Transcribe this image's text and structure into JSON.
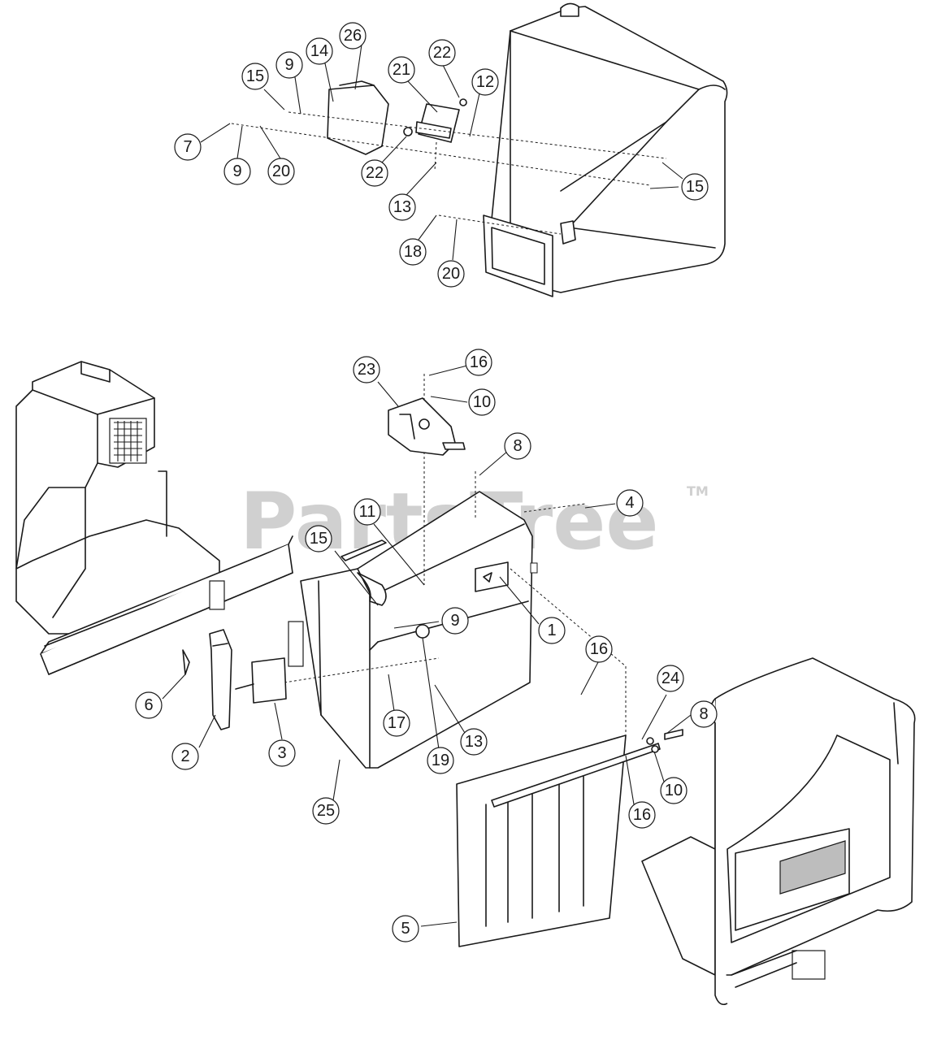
{
  "watermark": {
    "text": "PartsTree",
    "tm": "TM"
  },
  "callouts": [
    "1",
    "2",
    "3",
    "4",
    "5",
    "6",
    "7",
    "8",
    "8",
    "9",
    "9",
    "9",
    "10",
    "10",
    "11",
    "12",
    "13",
    "13",
    "14",
    "15",
    "15",
    "15",
    "16",
    "16",
    "16",
    "17",
    "18",
    "19",
    "20",
    "20",
    "21",
    "22",
    "22",
    "23",
    "24",
    "25",
    "26"
  ]
}
